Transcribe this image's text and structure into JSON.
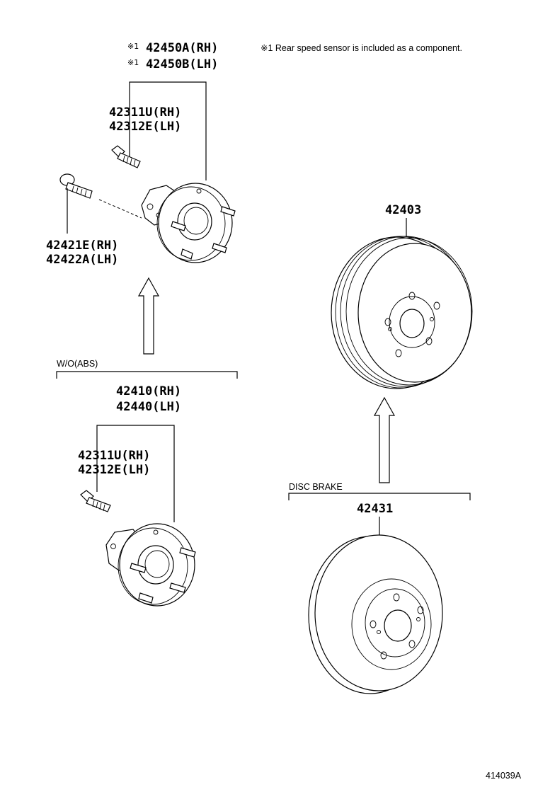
{
  "note": {
    "text": "※1 Rear speed sensor is included as a component."
  },
  "hub_abs": {
    "mark": "※1",
    "assy_rh": "42450A(RH)",
    "assy_lh": "42450B(LH)",
    "bolt_rh": "42311U(RH)",
    "bolt_lh": "42312E(LH)",
    "sensor_bolt_rh": "42421E(RH)",
    "sensor_bolt_lh": "42422A(LH)"
  },
  "hub_no_abs": {
    "section_label": "W/O(ABS)",
    "assy_rh": "42410(RH)",
    "assy_lh": "42440(LH)",
    "bolt_rh": "42311U(RH)",
    "bolt_lh": "42312E(LH)"
  },
  "drum": {
    "part_number": "42403"
  },
  "disc": {
    "section_label": "DISC BRAKE",
    "part_number": "42431"
  },
  "figure_id": "414039A"
}
